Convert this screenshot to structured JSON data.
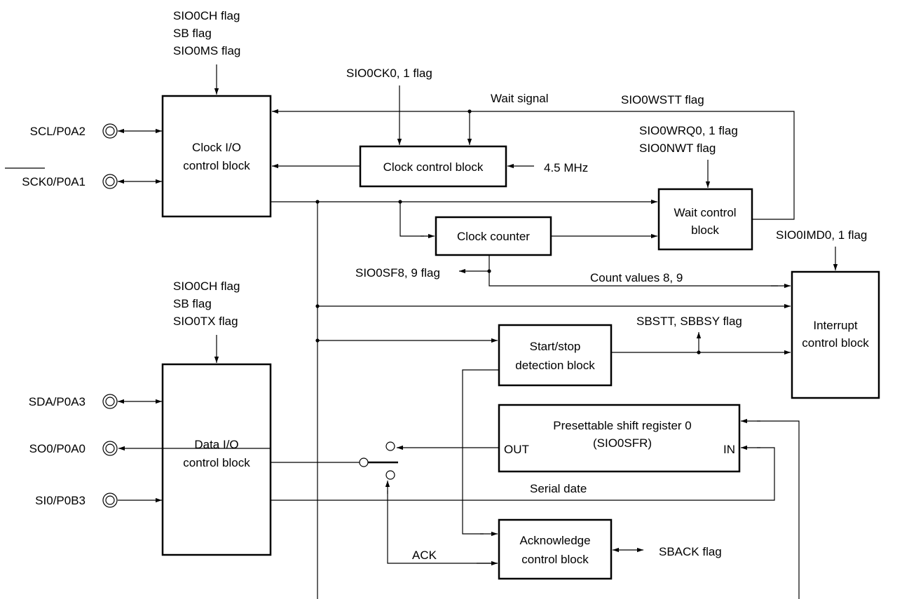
{
  "pins": {
    "scl": "SCL/P0A2",
    "sck0": "SCK0/P0A1",
    "sda": "SDA/P0A3",
    "so0": "SO0/P0A0",
    "si0": "SI0/P0B3"
  },
  "blocks": {
    "clock_io": [
      "Clock I/O",
      "control block"
    ],
    "clock_control": "Clock control block",
    "clock_counter": "Clock counter",
    "wait_control": [
      "Wait control",
      "block"
    ],
    "interrupt_control": [
      "Interrupt",
      "control block"
    ],
    "data_io": [
      "Data I/O",
      "control block"
    ],
    "start_stop": [
      "Start/stop",
      "detection block"
    ],
    "shift_register": [
      "Presettable shift register 0",
      "(SIO0SFR)"
    ],
    "shift_out": "OUT",
    "shift_in": "IN",
    "acknowledge": [
      "Acknowledge",
      "control block"
    ]
  },
  "labels": {
    "clock_io_flags": [
      "SIO0CH flag",
      "SB flag",
      "SIO0MS flag"
    ],
    "data_io_flags": [
      "SIO0CH flag",
      "SB flag",
      "SIO0TX flag"
    ],
    "sio0ck": "SIO0CK0, 1 flag",
    "wait_signal": "Wait signal",
    "sio0wstt": "SIO0WSTT flag",
    "sio0wrq": "SIO0WRQ0, 1 flag",
    "sio0nwt": "SIO0NWT flag",
    "freq": "4.5 MHz",
    "sio0imd": "SIO0IMD0, 1 flag",
    "sio0sf8": "SIO0SF8, 9 flag",
    "count_values": "Count values 8, 9",
    "sbstt": "SBSTT, SBBSY flag",
    "serial_date": "Serial date",
    "ack": "ACK",
    "sback": "SBACK flag"
  }
}
